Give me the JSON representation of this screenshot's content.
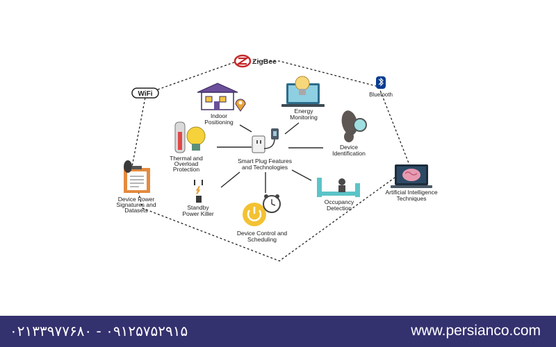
{
  "diagram": {
    "center": {
      "line1": "Smart Plug Features",
      "line2": "and Technologies"
    },
    "features": {
      "indoor": {
        "line1": "Indoor",
        "line2": "Positioning"
      },
      "energy": {
        "line1": "Energy",
        "line2": "Monitoring"
      },
      "device_id": {
        "line1": "Device",
        "line2": "Identification"
      },
      "thermal": {
        "line1": "Thermal and",
        "line2": "Overload",
        "line3": "Protection"
      },
      "occupancy": {
        "line1": "Occupancy",
        "line2": "Detection"
      },
      "standby": {
        "line1": "Standby",
        "line2": "Power Killer"
      },
      "control": {
        "line1": "Device Control and",
        "line2": "Scheduling"
      }
    },
    "outer": {
      "zigbee": "ZigBee",
      "wifi": "WiFi",
      "bluetooth": "Bluetooth",
      "power_sig": {
        "line1": "Device Power",
        "line2": "Signatures and",
        "line3": "Datasets"
      },
      "ai": {
        "line1": "Artificial Intelligence",
        "line2": "Techniques"
      }
    }
  },
  "footer": {
    "phone": "۰۲۱۳۳۹۷۷۶۸۰ - ۰۹۱۲۵۷۵۲۹۱۵",
    "website": "www.persianco.com"
  },
  "colors": {
    "footer_bg": "#34316f",
    "accent_teal": "#5bc4c8",
    "accent_purple": "#5a4a8a"
  }
}
